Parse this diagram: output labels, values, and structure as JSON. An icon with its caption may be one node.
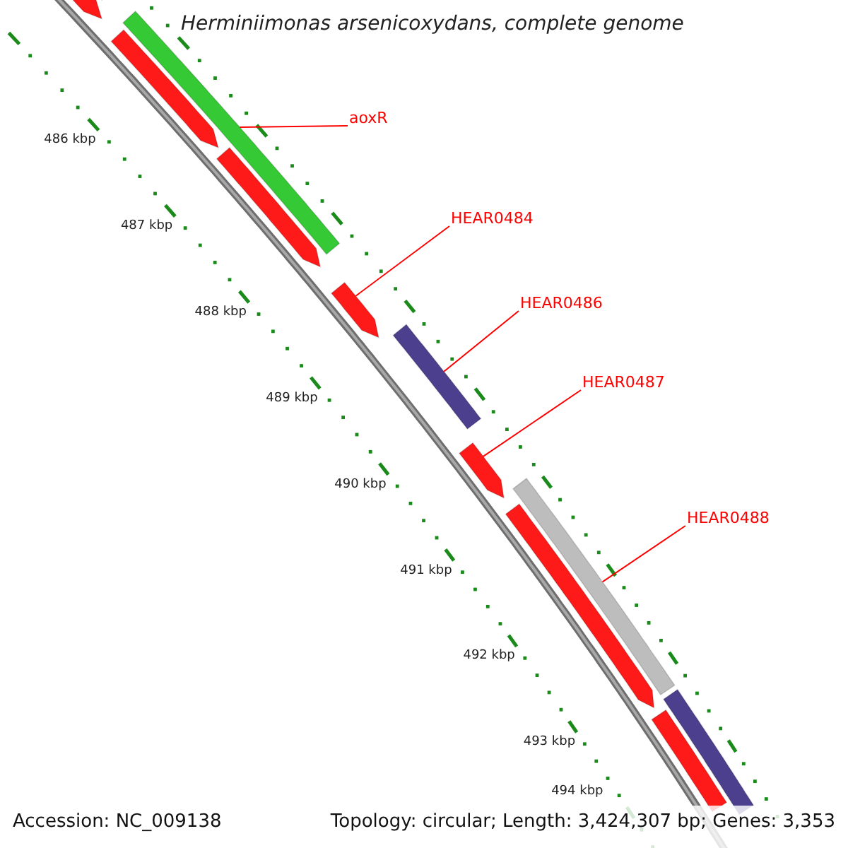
{
  "diagram": {
    "title": "Herminiimonas arsenicoxydans, complete genome",
    "nodes": [
      {
        "text": [
          "aoxR"
        ]
      },
      {
        "text": [],
        "shape": "bar"
      },
      {
        "text": [
          "HEAR0484"
        ]
      },
      {
        "text": [],
        "shape": "bar"
      },
      {
        "text": [
          "HEAR0486"
        ]
      },
      {
        "text": [],
        "shape": "bar"
      },
      {
        "text": [
          "HEAR0487"
        ]
      },
      {
        "text": [],
        "shape": "bar"
      },
      {
        "text": [
          "HEAR0488"
        ]
      },
      {
        "text": [],
        "shape": "bar"
      }
    ],
    "edges": [
      {
        "from": 0,
        "to": 1,
        "arrow": "none"
      },
      {
        "from": 2,
        "to": 3,
        "arrow": "none"
      },
      {
        "from": 4,
        "to": 5,
        "arrow": "none"
      },
      {
        "from": 6,
        "to": 7,
        "arrow": "none"
      },
      {
        "from": 8,
        "to": 9,
        "arrow": "none"
      }
    ],
    "labels": [
      "486 kbp",
      "487 kbp",
      "488 kbp",
      "489 kbp",
      "490 kbp",
      "491 kbp",
      "492 kbp",
      "493 kbp",
      "494 kbp",
      "Accession: NC_009138",
      "Topology: circular; Length: 3,424,307 bp; Genes: 3,353"
    ]
  }
}
